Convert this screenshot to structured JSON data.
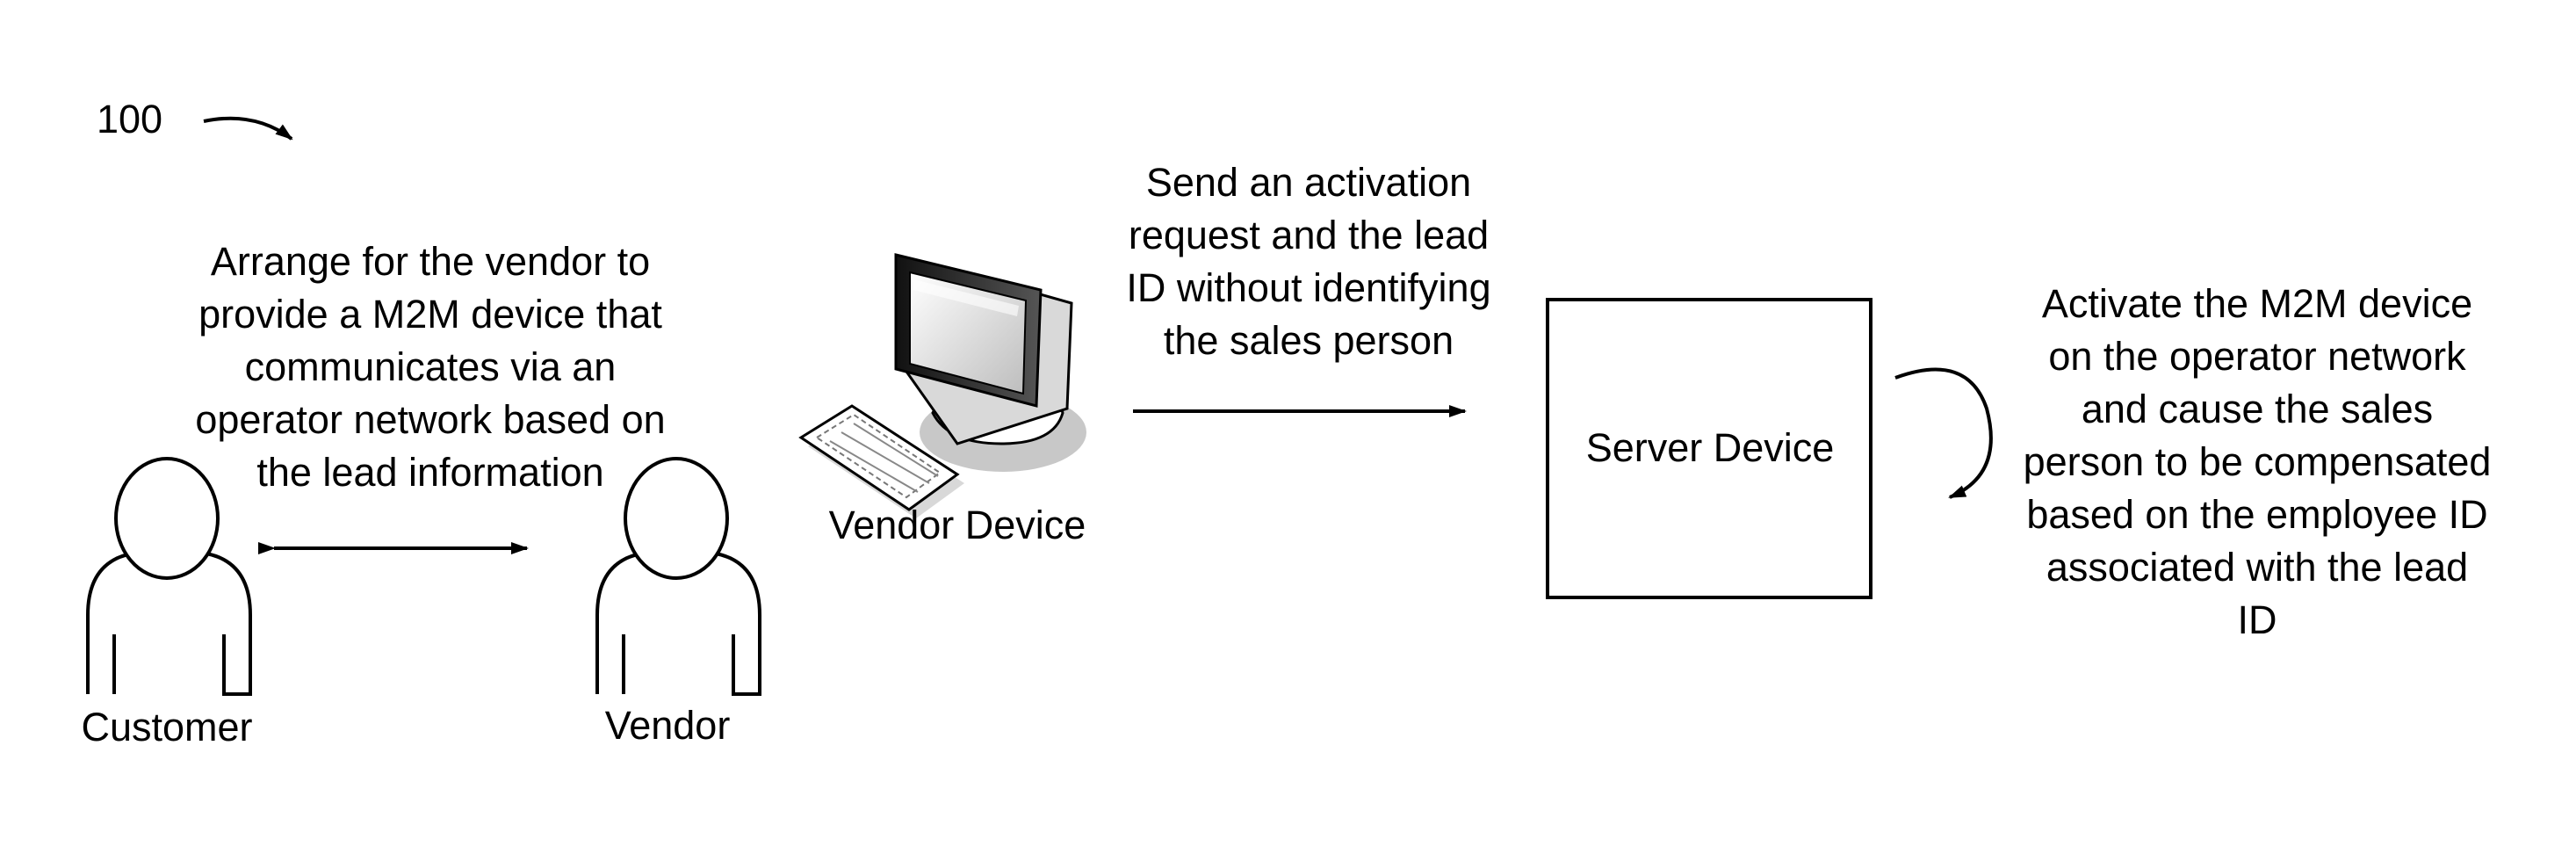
{
  "figure": {
    "reference_number": "100"
  },
  "actors": {
    "customer_label": "Customer",
    "vendor_label": "Vendor"
  },
  "devices": {
    "vendor_device_label": "Vendor Device",
    "server_device_label": "Server Device"
  },
  "steps": {
    "arrange": "Arrange for the vendor to\nprovide a M2M device that\ncommunicates via an\noperator network based on\nthe lead information",
    "send": "Send an activation\nrequest and the lead\nID without identifying\nthe sales person",
    "activate": "Activate the M2M device\non the operator network\nand cause the sales\nperson to be compensated\nbased on the employee ID\nassociated with the lead\nID"
  },
  "colors": {
    "line": "#000000",
    "shadow": "#c8c8c8",
    "screen_dark": "#2a2a2a",
    "screen_light": "#f2f2f2"
  }
}
